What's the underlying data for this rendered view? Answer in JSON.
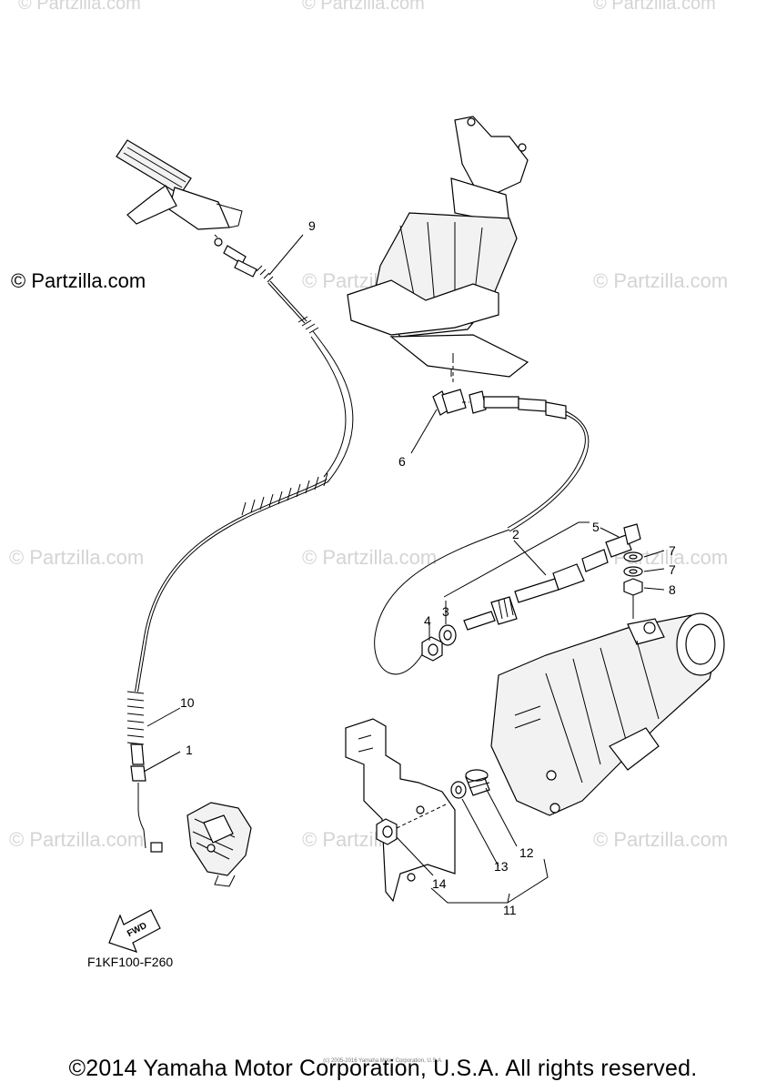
{
  "watermarks": {
    "main": "© Partzilla.com",
    "faint": "© Partzilla.com"
  },
  "callouts": {
    "c1": "1",
    "c2": "2",
    "c3": "3",
    "c4": "4",
    "c5": "5",
    "c6": "6",
    "c7a": "7",
    "c7b": "7",
    "c8": "8",
    "c9": "9",
    "c10": "10",
    "c11": "11",
    "c12": "12",
    "c13": "13",
    "c14": "14"
  },
  "fwd_label": "FWD",
  "diagram_code": "F1KF100-F260",
  "copyright": "©2014 Yamaha Motor Corporation, U.S.A. All rights reserved.",
  "tiny_notice": "(c) 2005-2016 Yamaha Motor Corporation, U.S.A.",
  "colors": {
    "watermark": "#d4d4d4",
    "line": "#000000",
    "background": "#ffffff"
  }
}
